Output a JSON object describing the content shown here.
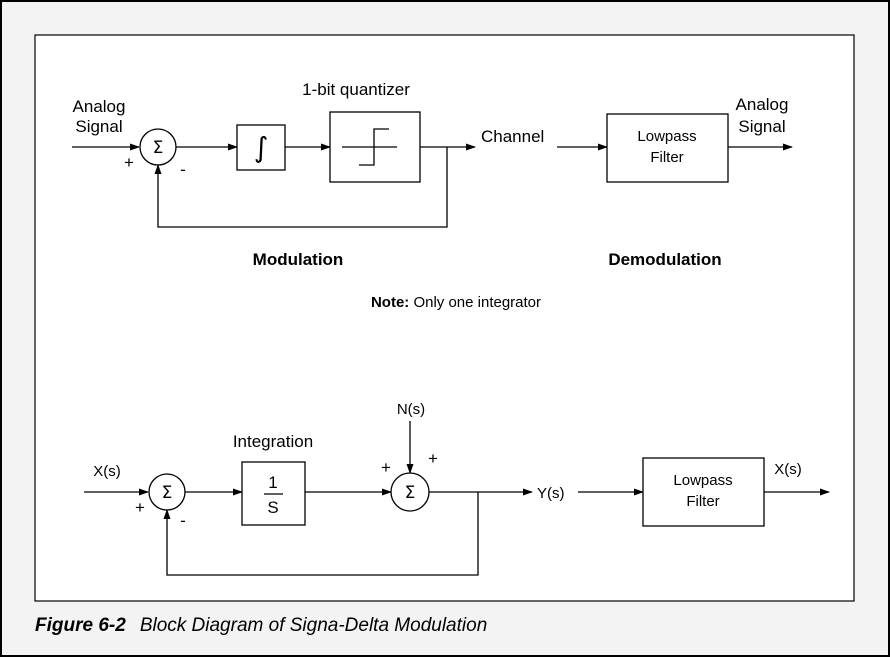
{
  "top_diagram": {
    "input_label_line1": "Analog",
    "input_label_line2": "Signal",
    "sum_symbol": "Σ",
    "sum_plus": "+",
    "sum_minus": "-",
    "integrator_symbol": "∫",
    "quantizer_label": "1-bit quantizer",
    "channel_label": "Channel",
    "filter_line1": "Lowpass",
    "filter_line2": "Filter",
    "output_label_line1": "Analog",
    "output_label_line2": "Signal",
    "modulation_label": "Modulation",
    "demodulation_label": "Demodulation",
    "note_bold": "Note:",
    "note_text": " Only one integrator"
  },
  "bottom_diagram": {
    "input_label": "X(s)",
    "sum1_symbol": "Σ",
    "sum1_plus": "+",
    "sum1_minus": "-",
    "integration_label": "Integration",
    "integrator_numerator": "1",
    "integrator_denominator": "S",
    "noise_label": "N(s)",
    "sum2_symbol": "Σ",
    "sum2_plus_left": "+",
    "sum2_plus_top": "+",
    "output_label": "Y(s)",
    "filter_line1": "Lowpass",
    "filter_line2": "Filter",
    "filter_output_label": "X(s)"
  },
  "caption": {
    "number": "Figure 6-2",
    "text": "Block Diagram of Signa-Delta Modulation"
  }
}
